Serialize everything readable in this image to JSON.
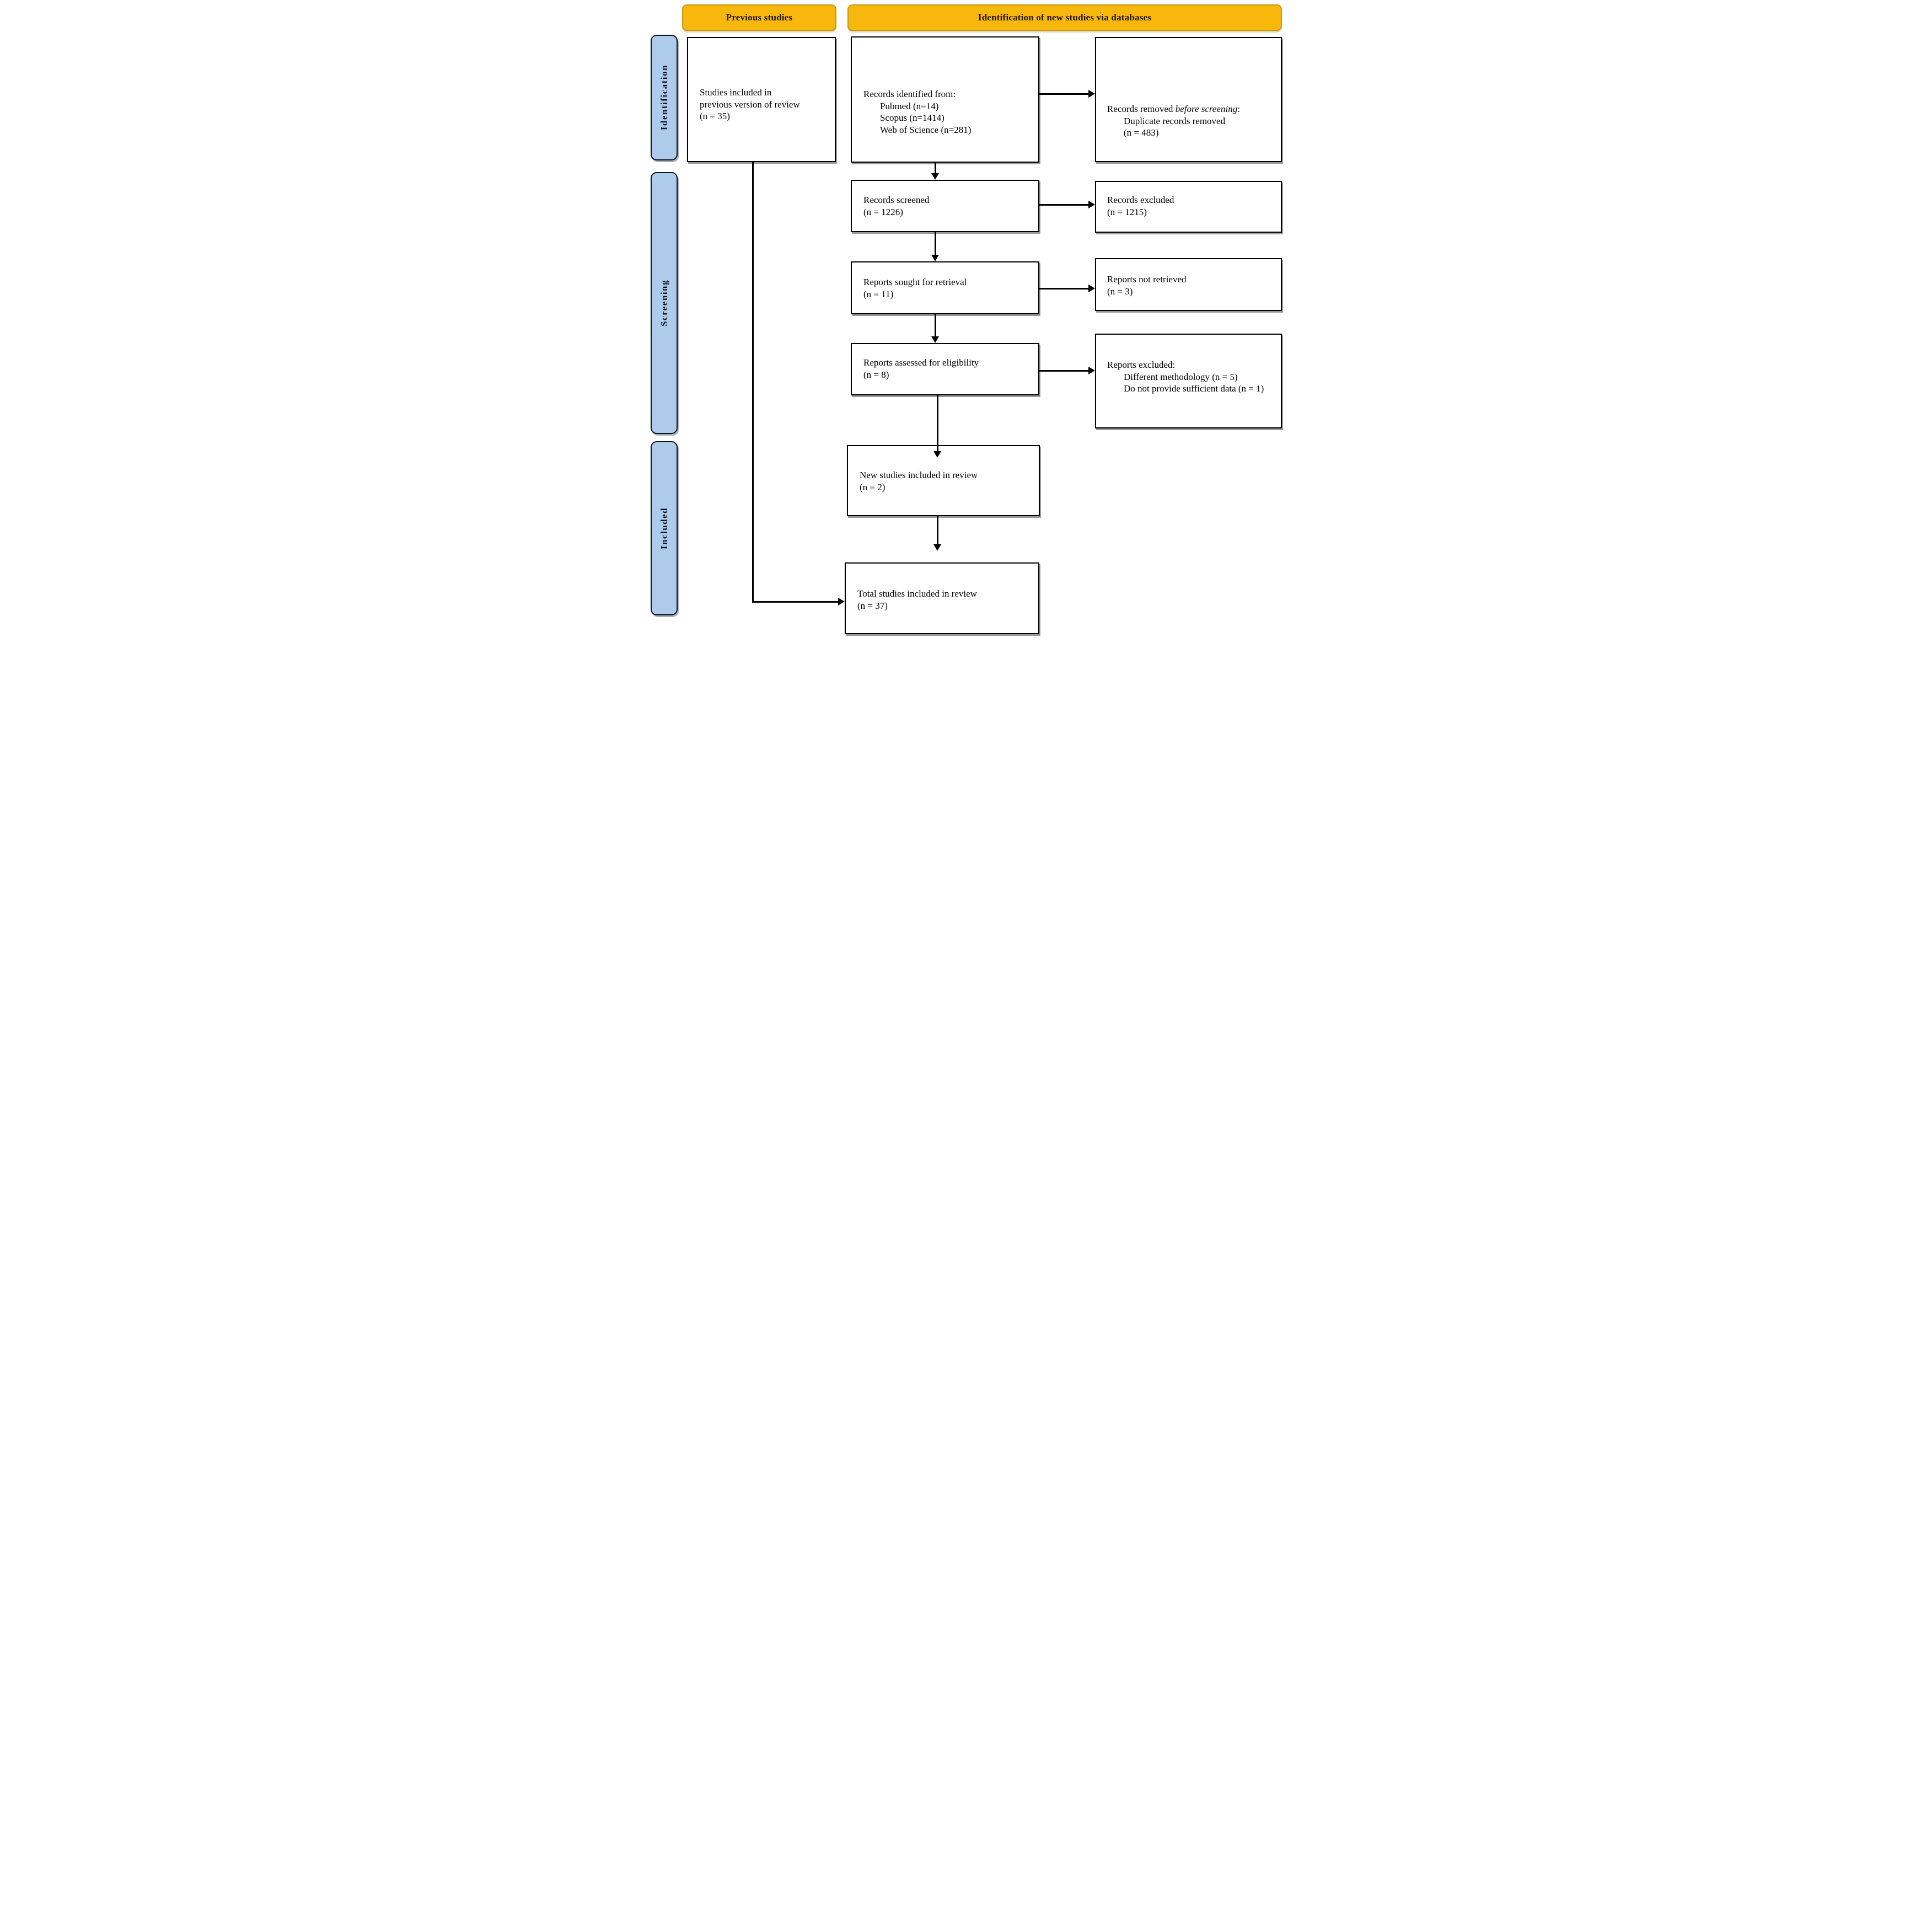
{
  "headers": {
    "previous": "Previous studies",
    "new_studies": "Identification of new studies via databases"
  },
  "sidebar": {
    "identification": "Identification",
    "screening": "Screening",
    "included": "Included"
  },
  "boxes": {
    "previous_studies": {
      "lines": [
        "Studies included in",
        "previous version of review",
        "(n = 35)"
      ]
    },
    "records_identified": {
      "title": "Records identified from:",
      "items": [
        "Pubmed (n=14)",
        "Scopus (n=1414)",
        "Web of Science (n=281)"
      ]
    },
    "records_removed": {
      "prefix": "Records removed ",
      "italic": "before screening",
      "suffix": ":",
      "items": [
        "Duplicate records removed",
        "(n = 483)"
      ]
    },
    "records_screened": {
      "lines": [
        "Records screened",
        "(n = 1226)"
      ]
    },
    "records_excluded": {
      "lines": [
        "Records excluded",
        "(n = 1215)"
      ]
    },
    "reports_sought": {
      "lines": [
        "Reports sought for retrieval",
        "(n = 11)"
      ]
    },
    "reports_not_retrieved": {
      "lines": [
        "Reports not retrieved",
        "(n = 3)"
      ]
    },
    "reports_assessed": {
      "lines": [
        "Reports assessed for eligibility",
        "(n = 8)"
      ]
    },
    "reports_excluded": {
      "title": "Reports excluded:",
      "items": [
        "Different methodology (n = 5)",
        "Do not provide sufficient data (n = 1)"
      ]
    },
    "new_studies": {
      "lines": [
        "New studies included in review",
        "(n = 2)"
      ]
    },
    "total_studies": {
      "lines": [
        "Total studies included in review",
        "(n = 37)"
      ]
    }
  },
  "colors": {
    "header_fill": "#F7B70C",
    "header_border": "#C59709",
    "header_text": "#231600",
    "sidebar_fill": "#AECBEB",
    "sidebar_border": "#0D1120",
    "sidebar_text": "#0E1526",
    "box_border": "#000000",
    "arrow": "#000000"
  }
}
